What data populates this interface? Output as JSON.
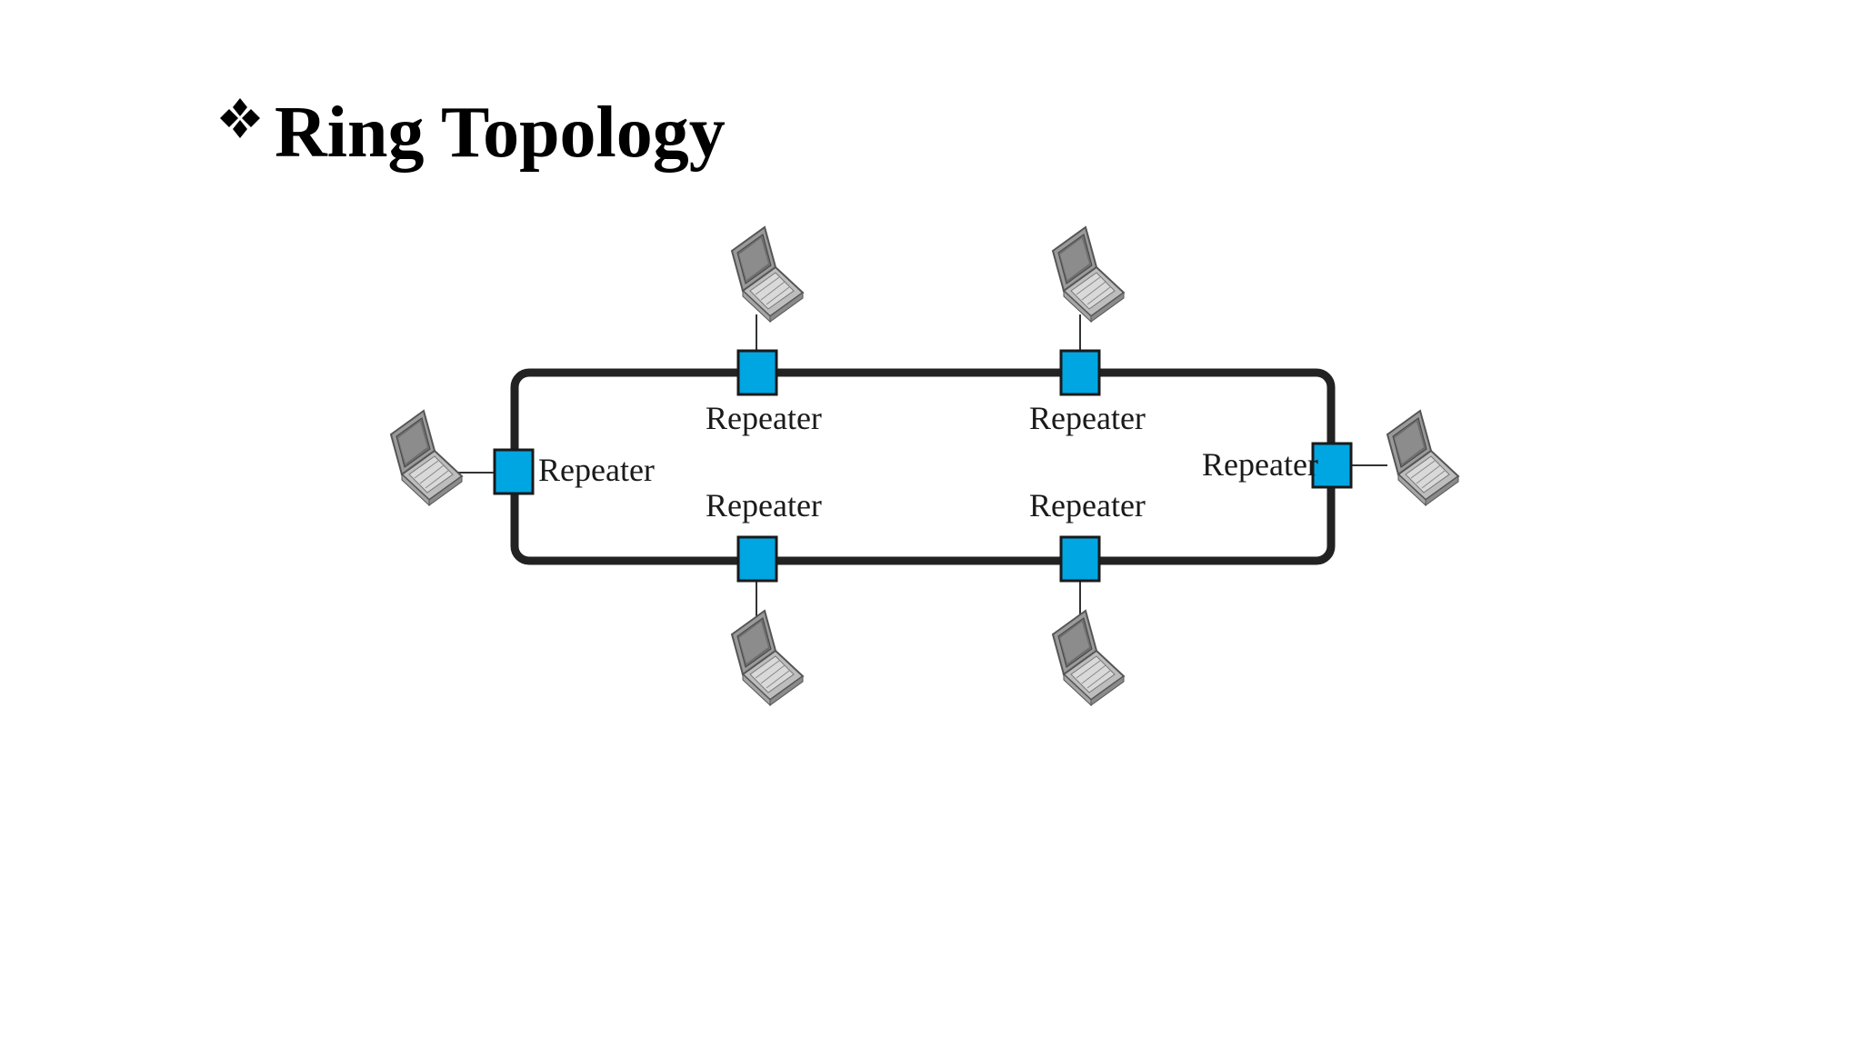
{
  "slide": {
    "title": "Ring Topology",
    "bullet_icon": "four-diamond-bullet-icon"
  },
  "diagram": {
    "ring_color": "#222222",
    "repeater_color": "#00A6E2",
    "repeater_label": "Repeater",
    "nodes": [
      {
        "id": "left",
        "label": "Repeater",
        "device": "laptop-icon"
      },
      {
        "id": "top-1",
        "label": "Repeater",
        "device": "laptop-icon"
      },
      {
        "id": "top-2",
        "label": "Repeater",
        "device": "laptop-icon"
      },
      {
        "id": "right",
        "label": "Repeater",
        "device": "laptop-icon"
      },
      {
        "id": "bottom-1",
        "label": "Repeater",
        "device": "laptop-icon"
      },
      {
        "id": "bottom-2",
        "label": "Repeater",
        "device": "laptop-icon"
      }
    ]
  }
}
